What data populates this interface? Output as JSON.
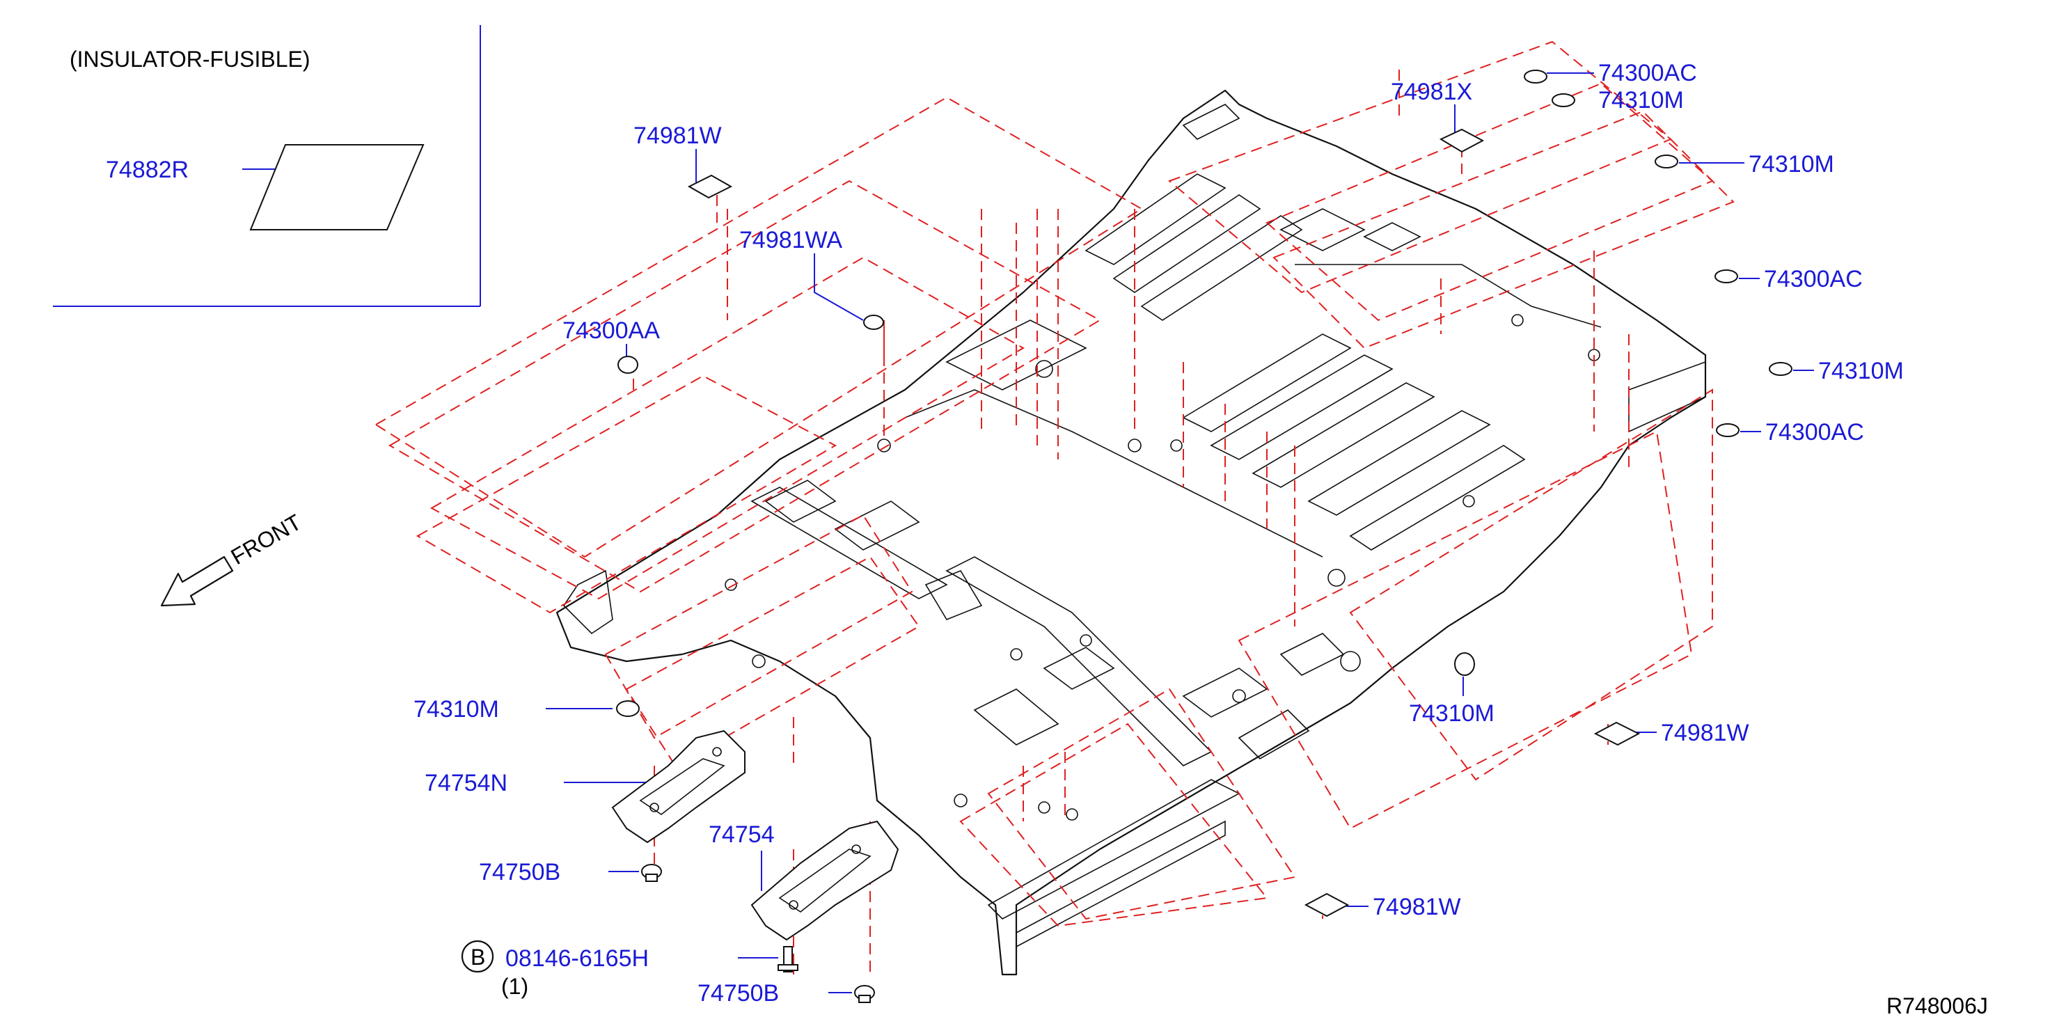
{
  "inset": {
    "title": "(INSULATOR-FUSIBLE)",
    "part": "74882R"
  },
  "labels": {
    "p74981W_a": "74981W",
    "p74981WA": "74981WA",
    "p74300AA": "74300AA",
    "p74981X": "74981X",
    "p74300AC_a": "74300AC",
    "p74310M_a": "74310M",
    "p74310M_b": "74310M",
    "p74300AC_b": "74300AC",
    "p74310M_c": "74310M",
    "p74300AC_c": "74300AC",
    "p74310M_d": "74310M",
    "p74981W_b": "74981W",
    "p74310M_e": "74310M",
    "p74754N": "74754N",
    "p74754": "74754",
    "p74750B_a": "74750B",
    "p74750B_b": "74750B",
    "p74981W_c": "74981W",
    "bolt_circle": "B",
    "bolt_part": "08146-6165H",
    "bolt_qty": "(1)"
  },
  "front": "FRONT",
  "ref_code": "R748006J",
  "icons": [
    "front-arrow-icon",
    "bolt-circle-icon"
  ],
  "colors": {
    "part_number": "#1a1ad6",
    "leader": "#1a1ad6",
    "dashed_line": "#e02020",
    "outline": "#111111"
  }
}
